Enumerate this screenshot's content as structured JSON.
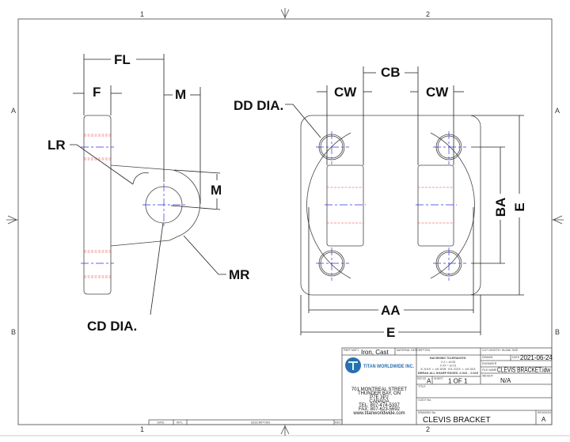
{
  "zones": {
    "top": [
      "1",
      "2"
    ],
    "bottom": [
      "1",
      "2"
    ],
    "left": [
      "A",
      "B"
    ],
    "right": [
      "A",
      "B"
    ]
  },
  "labels": {
    "fl": "FL",
    "f": "F",
    "m_top": "M",
    "m_side": "M",
    "lr": "LR",
    "mr": "MR",
    "cd_dia": "CD DIA.",
    "dd_dia": "DD DIA.",
    "cw_left": "CW",
    "cb": "CB",
    "cw_right": "CW",
    "ba": "BA",
    "e_right": "E",
    "aa": "AA",
    "e_bottom": "E"
  },
  "title_block": {
    "part_mat_label": "PART MAT'L",
    "part_mat": "Iron, Cast",
    "material_desc_label": "MATERIAL DESCRIPTION",
    "tolerances_title": "MACHINING TOLERANCES:",
    "tolerances": [
      "X.X = ±0.05",
      "X.XX = ±0.01",
      "X.XXX = ±0.005 .XX.XXX = ±0.001",
      "BREAK ALL SHARP EDGES .0.010 - .0.015"
    ],
    "cut_length_label": "CUT LENGTH / BLANK SIZE",
    "drawn_label": "DRAWN",
    "date_label": "DATE",
    "date": "2021-06-24",
    "engineer_label": "ENGINEER",
    "file_name_label": "FILE NAME",
    "file_name": "CLEVIS BRACKET.idw",
    "sheet_size_label": "SHEET SIZE",
    "sheet_size": "A",
    "sheet_label": "SHEET",
    "sheet": "1  OF  1",
    "weight_label": "WEIGHT",
    "weight": "N/A",
    "title_label": "TITLE",
    "cus_no_label": "CUS E No.",
    "drawing_no_label": "DRAWING No.",
    "drawing_no": "CLEVIS BRACKET",
    "revision_label": "REVISION",
    "revision": "A",
    "company": "TITAN WORLDWIDE INC.",
    "address": [
      "701 MONTREAL STREET",
      "THUNDER BAY, ON",
      "P7E 3P2",
      "CANADA",
      "TEL: 807-474-5337",
      "FAX: 807-623-5692",
      "www.titanworldwide.com"
    ]
  },
  "revision_table": {
    "headers": [
      "DATE",
      "INT'L",
      "DESCRIPTION",
      "REV."
    ]
  },
  "colors": {
    "hidden_line": "#ee3333",
    "center_line": "#3333dd",
    "logo_blue": "#2a6fb0"
  }
}
